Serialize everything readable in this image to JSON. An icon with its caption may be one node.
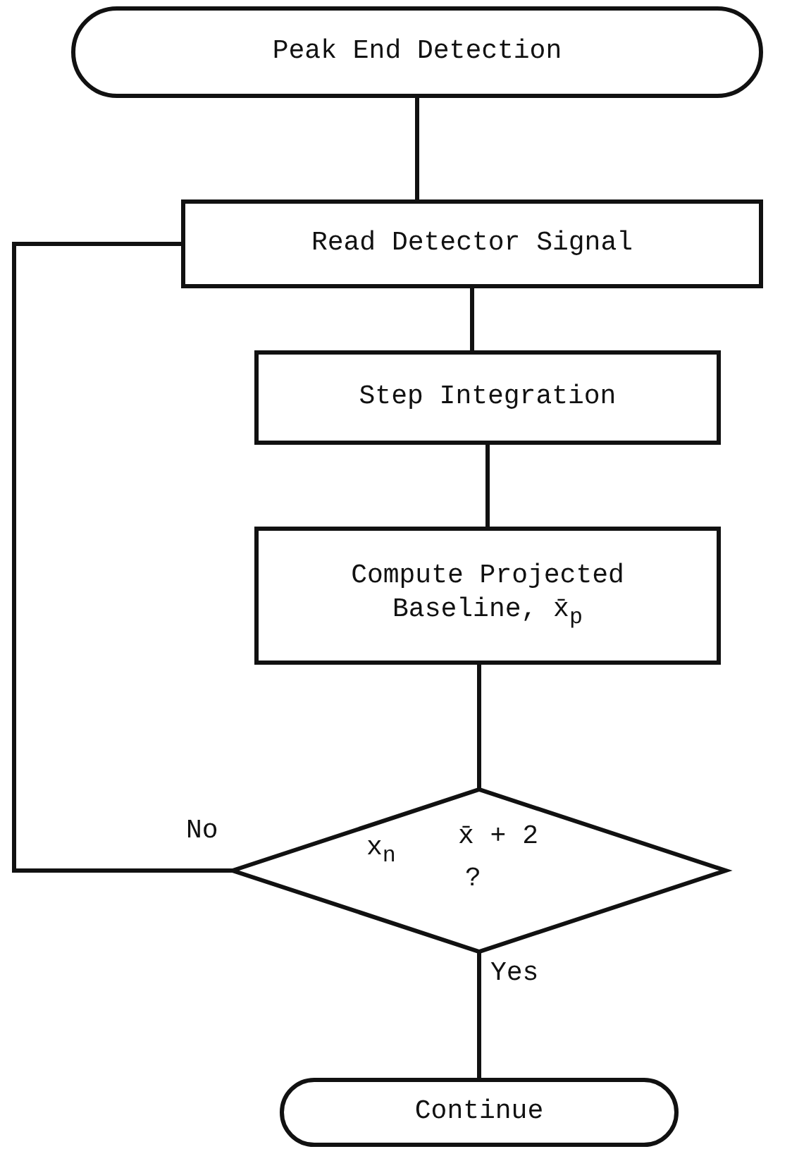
{
  "diagram": {
    "nodes": [
      {
        "text": [
          "Peak End Detection"
        ]
      },
      {
        "text": [
          "Read Detector Signal"
        ]
      },
      {
        "text": [
          "Step Integration"
        ]
      },
      {
        "text": [
          "Compute Projected Baseline, x̄$_{p}$"
        ]
      },
      {
        "text": [
          "x$_{n}$",
          "x̄ + 2",
          "?"
        ]
      },
      {
        "text": [
          "Continue"
        ]
      }
    ],
    "edges": [
      {
        "from": 0,
        "to": 1,
        "arrow": "none"
      },
      {
        "from": 1,
        "to": 2,
        "arrow": "none"
      },
      {
        "from": 2,
        "to": 3,
        "arrow": "none"
      },
      {
        "from": 3,
        "to": 4,
        "arrow": "none"
      },
      {
        "from": 4,
        "to": 1,
        "arrow": "none",
        "label": "No"
      },
      {
        "from": 4,
        "to": 5,
        "arrow": "none",
        "label": "Yes"
      }
    ]
  }
}
